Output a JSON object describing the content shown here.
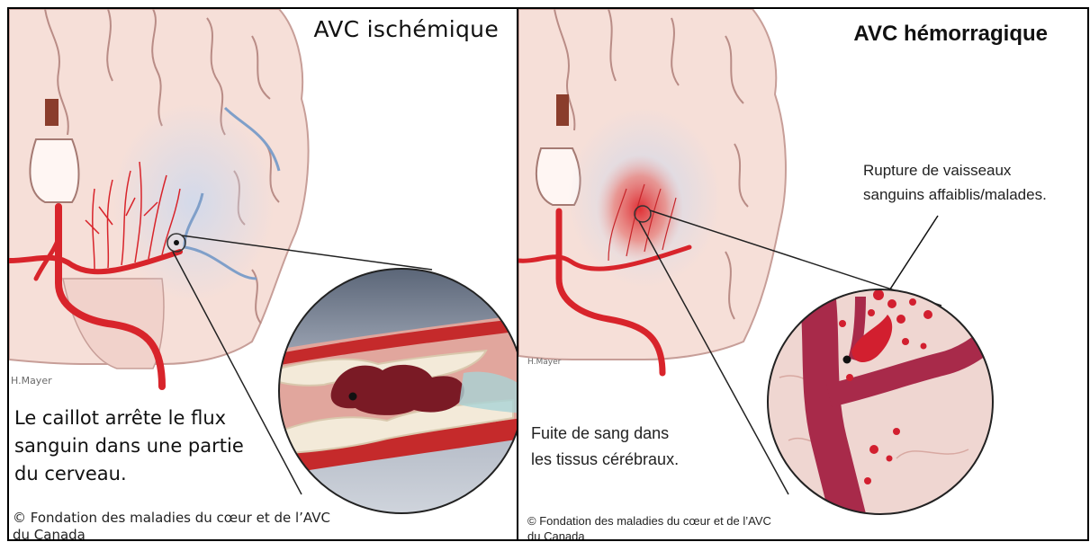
{
  "left_panel": {
    "title": "AVC ischémique",
    "artist": "H.Mayer",
    "caption_lines": [
      "Le caillot arrête le flux",
      "sanguin dans une partie",
      "du cerveau."
    ],
    "copyright_lines": [
      "© Fondation des maladies du cœur et de l’AVC",
      "du Canada"
    ]
  },
  "right_panel": {
    "title": "AVC hémorragique",
    "artist": "H.Mayer",
    "annotation_lines": [
      "Rupture de vaisseaux",
      "sanguins affaiblis/malades."
    ],
    "caption_lines": [
      "Fuite de sang dans",
      "les tissus cérébraux."
    ],
    "copyright_lines": [
      "© Fondation des maladies du cœur et de l’AVC",
      "du Canada"
    ]
  },
  "colors": {
    "brain": "#f5dcd6",
    "cortex_edge": "#c9a09a",
    "artery": "#d6242a",
    "vein": "#6f8fb8",
    "clot": "#7a1a25",
    "hemorrhage": "#e0262b",
    "zoom_tissue": "#e8c9c4"
  }
}
